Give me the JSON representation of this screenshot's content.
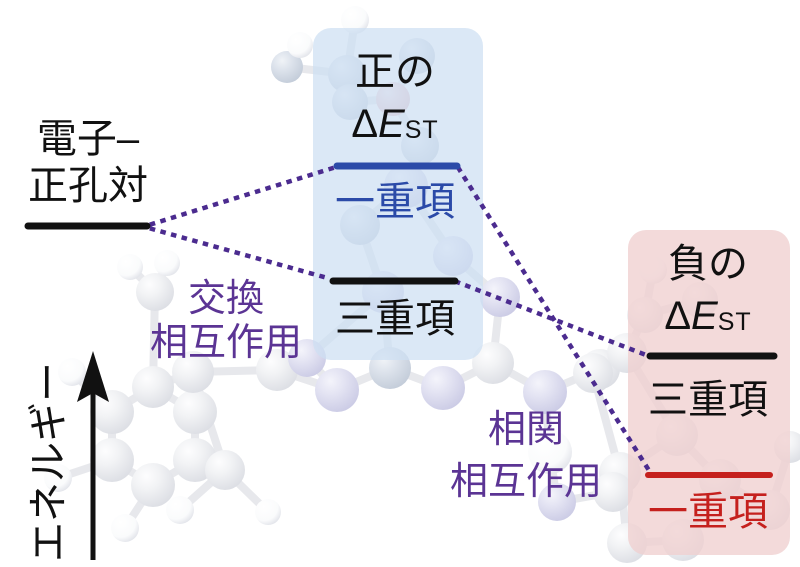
{
  "diagram": {
    "energy_axis": {
      "label": "エネルギー"
    },
    "electron_hole_pair": {
      "label_line1": "電子–",
      "label_line2": "正孔対"
    },
    "exchange_interaction": {
      "label_line1": "交換",
      "label_line2": "相互作用"
    },
    "correlation_interaction": {
      "label_line1": "相関",
      "label_line2": "相互作用"
    },
    "positive_gap": {
      "title": "正の",
      "gap_symbol": {
        "delta": "Δ",
        "quantity": "E",
        "subscript": "ST"
      },
      "singlet_label": "一重項",
      "triplet_label": "三重項",
      "box_fill": "#dce9f5"
    },
    "negative_gap": {
      "title": "負の",
      "gap_symbol": {
        "delta": "Δ",
        "quantity": "E",
        "subscript": "ST"
      },
      "triplet_label": "三重項",
      "singlet_label": "一重項",
      "box_fill": "#f3dcdc"
    },
    "colors": {
      "singlet_blue": "#2b4aa8",
      "singlet_red": "#c5201d",
      "level_black": "#111111",
      "dotted_line": "#4b2b8f",
      "interaction_text": "#5b3494"
    }
  }
}
